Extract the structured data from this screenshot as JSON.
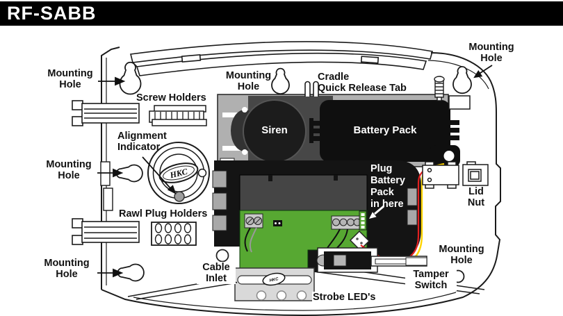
{
  "title": "RF-SABB",
  "labels": {
    "mounting_hole": "Mounting\nHole",
    "screw_holders": "Screw Holders",
    "alignment_indicator": "Alignment\nIndicator",
    "rawl_plug_holders": "Rawl Plug Holders",
    "cradle_quick_release_tab": "Cradle\nQuick Release Tab",
    "siren": "Siren",
    "battery_pack": "Battery Pack",
    "plug_battery": "Plug\nBattery\nPack\nin here",
    "lid_nut": "Lid\nNut",
    "tamper_switch": "Tamper\nSwitch",
    "cable_inlet": "Cable\nInlet",
    "strobe_leds": "Strobe LED's",
    "hkc_logo": "HKC"
  },
  "colors": {
    "header_bg": "#000000",
    "header_text": "#ffffff",
    "pcb_green": "#57a832",
    "wire_red": "#e02020",
    "wire_yellow": "#ffd400",
    "part_black": "#141414",
    "cradle_gray": "#b0b0b0",
    "bracket_gray": "#474747",
    "panel_gray": "#d9d9d9"
  }
}
